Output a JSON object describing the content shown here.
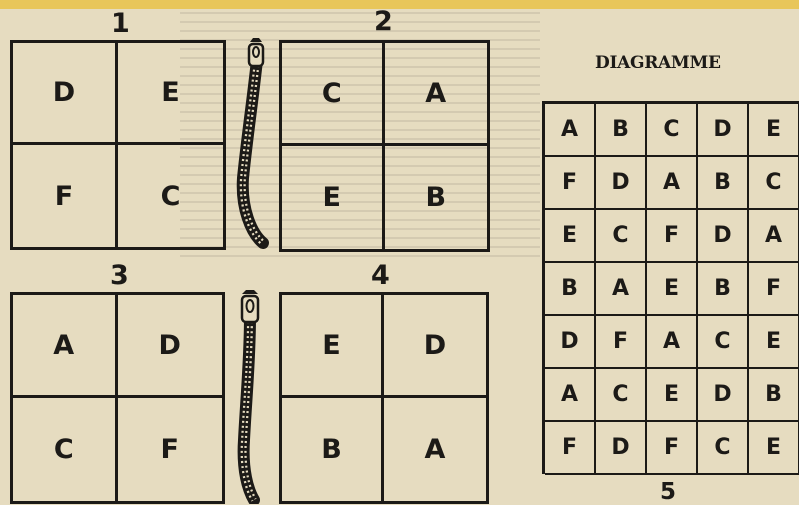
{
  "puzzles": [
    {
      "number": "1",
      "cells": [
        "D",
        "E",
        "F",
        "C"
      ]
    },
    {
      "number": "2",
      "cells": [
        "C",
        "A",
        "E",
        "B"
      ]
    },
    {
      "number": "3",
      "cells": [
        "A",
        "D",
        "C",
        "F"
      ]
    },
    {
      "number": "4",
      "cells": [
        "E",
        "D",
        "B",
        "A"
      ]
    }
  ],
  "diagram": {
    "title": "DIAGRAMME",
    "number": "5",
    "rows": [
      [
        "A",
        "B",
        "C",
        "D",
        "E"
      ],
      [
        "F",
        "D",
        "A",
        "B",
        "C"
      ],
      [
        "E",
        "C",
        "F",
        "D",
        "A"
      ],
      [
        "B",
        "A",
        "E",
        "B",
        "F"
      ],
      [
        "D",
        "F",
        "A",
        "C",
        "E"
      ],
      [
        "A",
        "C",
        "E",
        "D",
        "B"
      ],
      [
        "F",
        "D",
        "F",
        "C",
        "E"
      ]
    ]
  },
  "decorations": {
    "top_strip_color": "#e8c65a",
    "zipper_icon": "zipper-icon"
  }
}
